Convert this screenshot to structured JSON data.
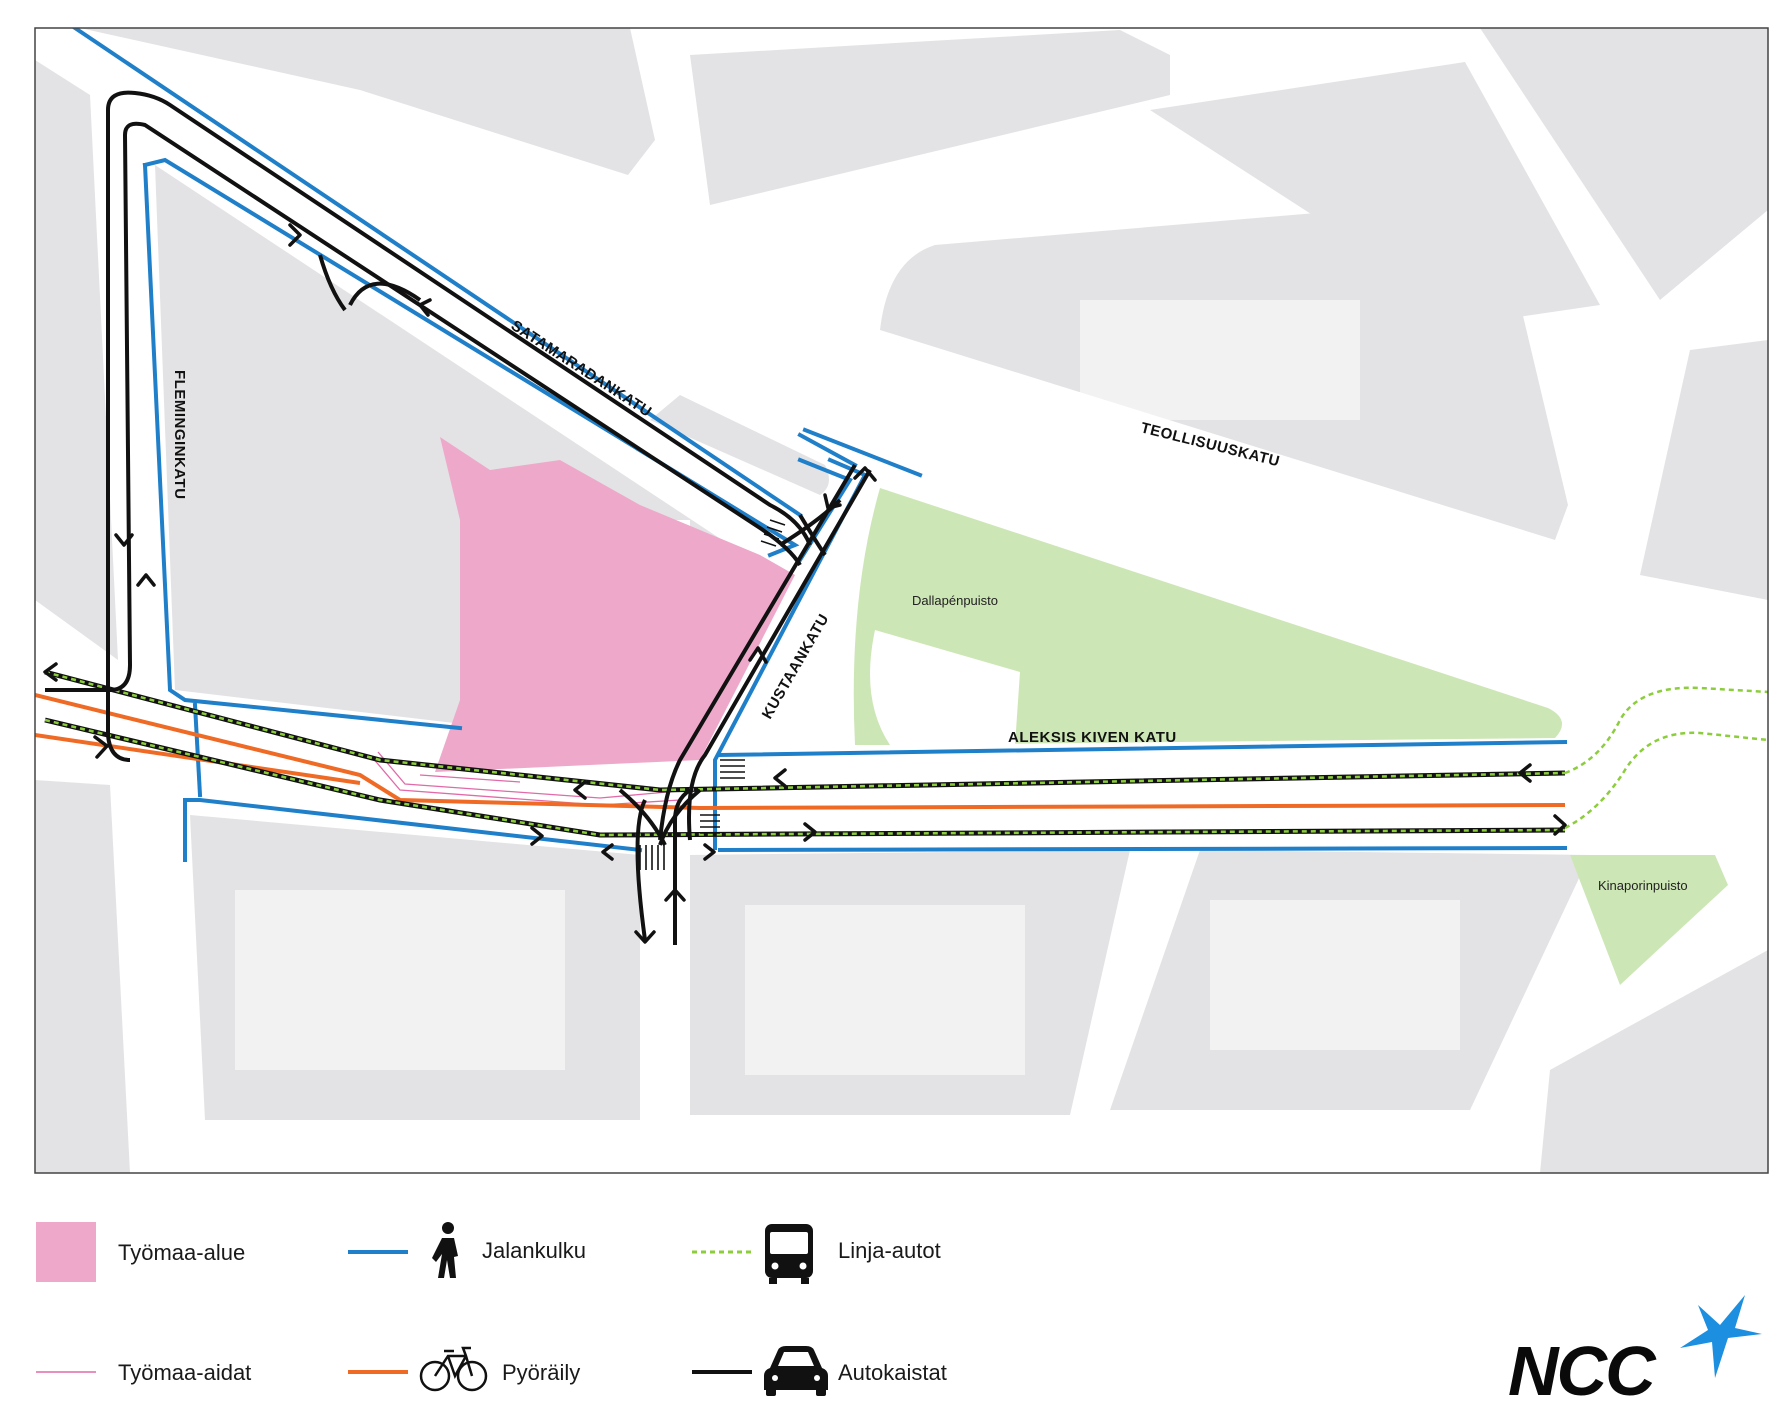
{
  "colors": {
    "building": "#e3e3e5",
    "park": "#cde6b6",
    "worksite": "#eea9ca",
    "pedestrian": "#1f7fc9",
    "cycling": "#ef6a24",
    "bus": "#8ccd3c",
    "car": "#111111",
    "fence": "#e16aa8",
    "brand": "#0a0a0a",
    "brand_star": "#1d8fe0"
  },
  "streets": {
    "satamaradankatu": "SATAMARADANKATU",
    "teollisuuskatu": "TEOLLISUUSKATU",
    "fleminginkatu": "FLEMINGINKATU",
    "kustaankatu": "KUSTAANKATU",
    "aleksis_kiven_katu": "ALEKSIS KIVEN KATU"
  },
  "parks": {
    "dallapenpuisto": "Dallapénpuisto",
    "kinaporinpuisto": "Kinaporinpuisto"
  },
  "legend": [
    {
      "key": "worksite",
      "label": "Työmaa-alue",
      "icon": "pink-square-swatch"
    },
    {
      "key": "pedestrian",
      "label": "Jalankulku",
      "icon": "pedestrian-icon"
    },
    {
      "key": "bus",
      "label": "Linja-autot",
      "icon": "bus-icon"
    },
    {
      "key": "fence",
      "label": "Työmaa-aidat",
      "icon": "thin-pink-line"
    },
    {
      "key": "cycling",
      "label": "Pyöräily",
      "icon": "bicycle-icon"
    },
    {
      "key": "car",
      "label": "Autokaistat",
      "icon": "car-icon"
    }
  ],
  "logo": {
    "text": "NCC",
    "icon": "star-icon"
  }
}
